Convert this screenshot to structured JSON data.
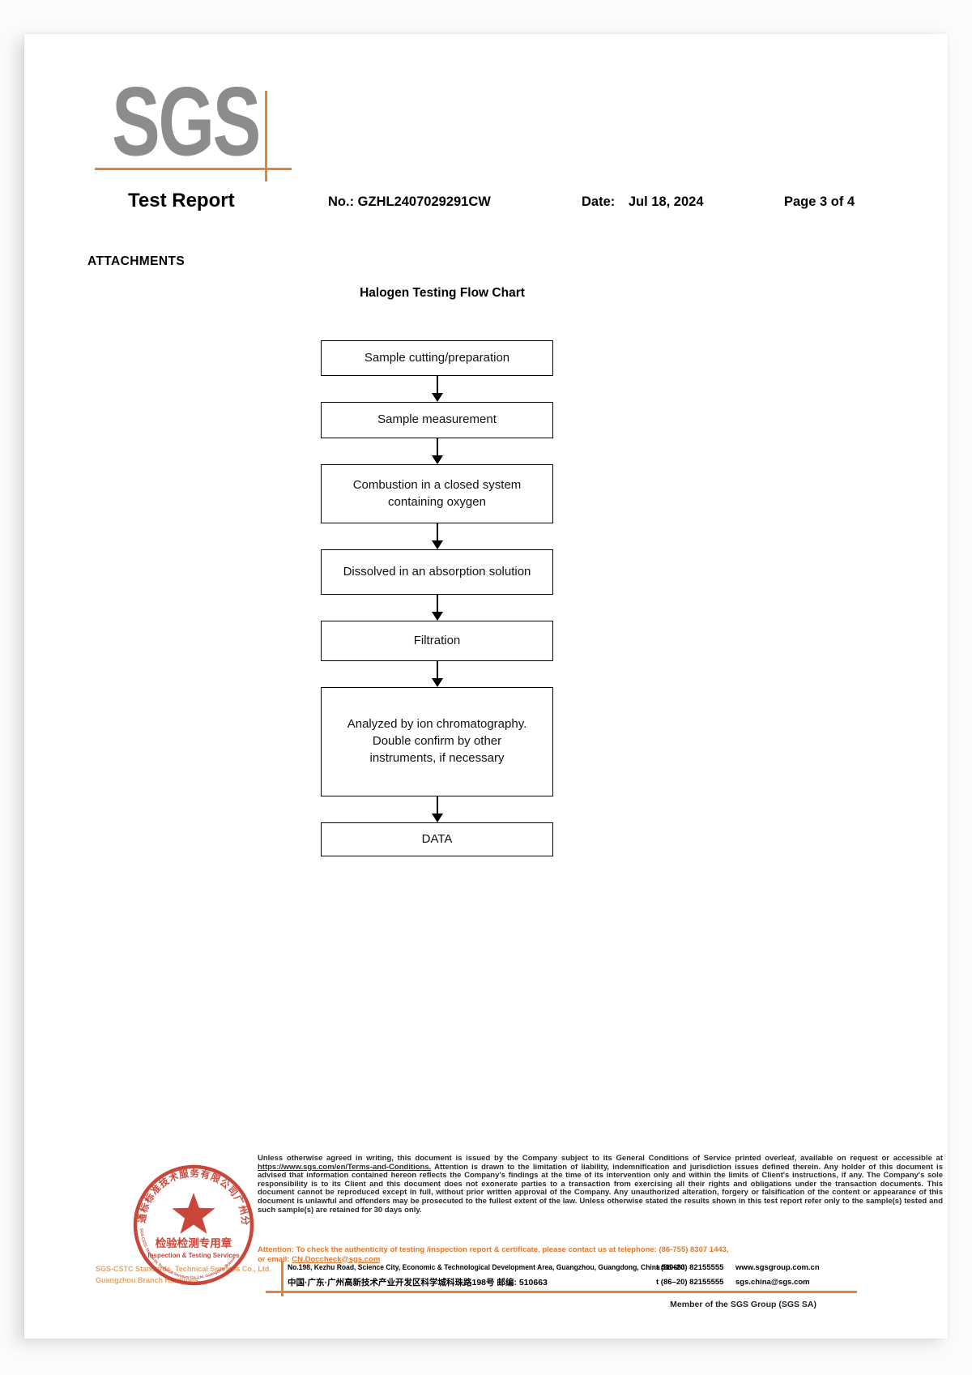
{
  "header": {
    "logo_text": "SGS",
    "title": "Test Report",
    "report_no_label": "No.:",
    "report_no": "GZHL2407029291CW",
    "date_label": "Date:",
    "date_value": "Jul 18, 2024",
    "page_indicator": "Page 3 of 4"
  },
  "attachments_label": "ATTACHMENTS",
  "flowchart": {
    "title": "Halogen Testing Flow Chart",
    "steps": [
      "Sample cutting/preparation",
      "Sample measurement",
      "Combustion in a closed system containing oxygen",
      "Dissolved in an absorption solution",
      "Filtration",
      "Analyzed by ion chromatography. Double confirm by other instruments, if necessary",
      "DATA"
    ]
  },
  "footer": {
    "stamp": {
      "ring_top_text": "通标标准技术服务有限公司广州分公司",
      "ring_bottom_text": "SGS-CSTC Standards Technical Services Co.,Ltd. Guangzhou Branch",
      "center_line1": "检验检测专用章",
      "center_line2": "Inspection & Testing Services"
    },
    "company_line1": "SGS-CSTC Standards, Technical Services Co., Ltd.",
    "company_line2": "Guangzhou Branch Hardlines",
    "legal": {
      "part1": "Unless otherwise agreed in writing, this document is issued by the Company subject to its General Conditions of Service printed overleaf, available on request or accessible at ",
      "link": "https://www.sgs.com/en/Terms-and-Conditions.",
      "part2": " Attention is drawn to the limitation of liability, indemnification and jurisdiction issues defined therein. Any holder of this document is advised that information contained hereon reflects the Company's findings at the time of its intervention only and within the limits of Client's instructions, if any. The Company's sole responsibility is to its Client and this document does not exonerate parties to a transaction from exercising all their rights and obligations under the transaction documents. This document cannot be reproduced except in full, without prior written approval of the Company. Any unauthorized alteration, forgery or falsification of the content or appearance of this document is unlawful and offenders may be prosecuted to the fullest extent of the law. Unless otherwise stated the results shown in this test report refer only to the sample(s) tested and such sample(s) are retained for 30 days only."
    },
    "attention": {
      "line1": "Attention: To check the authenticity of testing /inspection report & certificate, please contact us at telephone: (86-755) 8307 1443,",
      "line2_prefix": "or email: ",
      "email": "CN.Doccheck@sgs.com"
    },
    "address_en": "No.198, Kezhu Road, Science City, Economic & Technological Development Area, Guangzhou, Guangdong, China  510663",
    "address_cn": "中国·广东·广州高新技术产业开发区科学城科珠路198号  邮编: 510663",
    "phone_en": "t (86–20) 82155555",
    "phone_cn": "t (86–20) 82155555",
    "website": "www.sgsgroup.com.cn",
    "email": "sgs.china@sgs.com",
    "member_text": "Member of the SGS Group (SGS SA)",
    "accent_color": "#E4813B",
    "stamp_color": "#C5392B"
  }
}
